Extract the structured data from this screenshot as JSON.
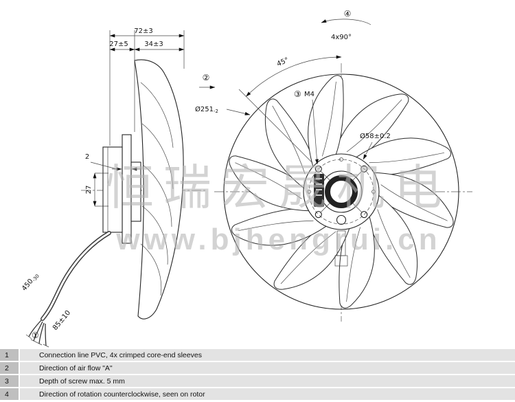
{
  "watermark": {
    "line1": "恒瑞宏晟机电",
    "line2": "www.bjhengrui.cn"
  },
  "side_view": {
    "dim_total": "72±3",
    "dim_left": "27±5",
    "dim_right": "34±3",
    "dim_plate_thickness": "2",
    "dim_hub_depth": "27",
    "cable_length": "450",
    "cable_length_tol": "-30",
    "cable_end_length": "85±10",
    "callout_connection": "①"
  },
  "front_view": {
    "dim_outer_dia": "Ø251",
    "dim_outer_dia_tol": "-2",
    "dim_hub_dia": "Ø58±0.2",
    "callout_screw": "③",
    "screw_label": "M4",
    "angle_blade": "45°",
    "angle_holes": "4x90°",
    "callout_rotation": "④",
    "callout_airflow": "②"
  },
  "table": {
    "rows": [
      {
        "num": "1",
        "text": "Connection line PVC, 4x crimped core-end sleeves"
      },
      {
        "num": "2",
        "text": "Direction of air flow \"A\""
      },
      {
        "num": "3",
        "text": "Depth of screw max. 5 mm"
      },
      {
        "num": "4",
        "text": "Direction of rotation counterclockwise, seen on rotor"
      }
    ]
  }
}
